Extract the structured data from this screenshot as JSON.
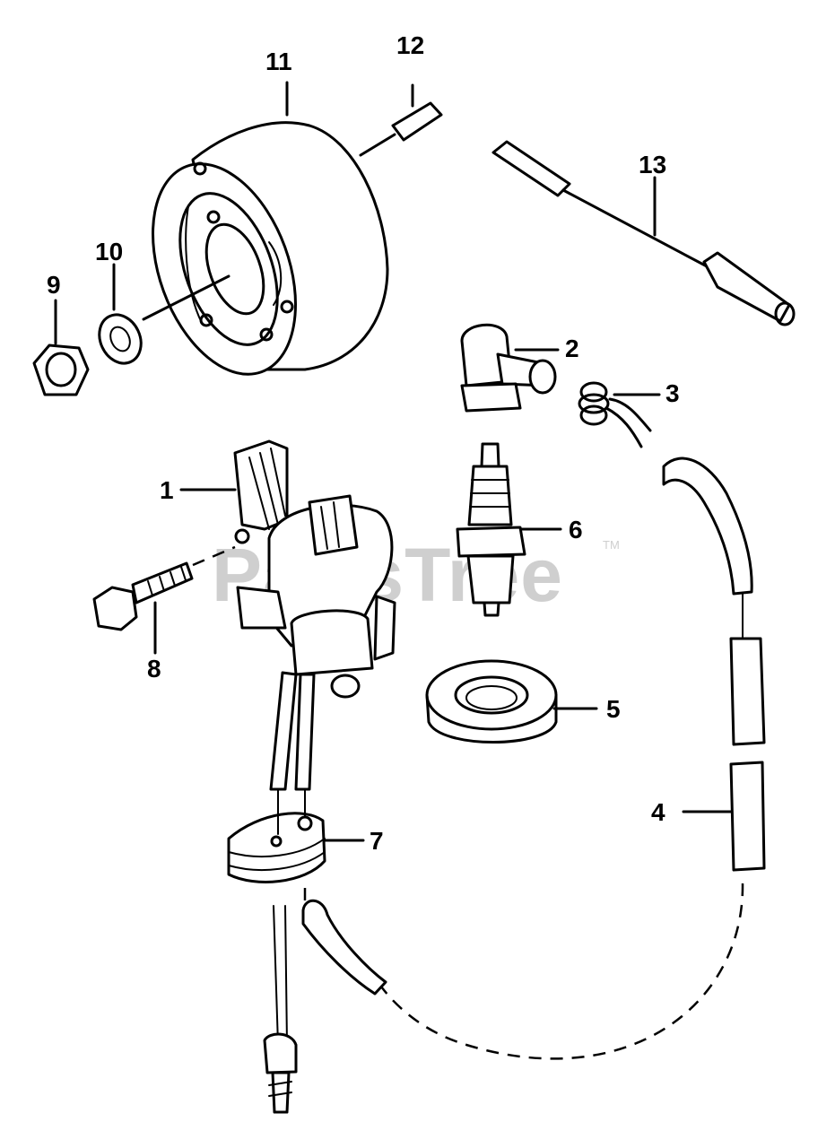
{
  "watermark": {
    "text": "PartsTree",
    "trademark": "TM"
  },
  "parts": [
    {
      "id": "1",
      "label": "1",
      "name": "ignition-coil"
    },
    {
      "id": "2",
      "label": "2",
      "name": "spark-plug-boot"
    },
    {
      "id": "3",
      "label": "3",
      "name": "spring-clip"
    },
    {
      "id": "4",
      "label": "4",
      "name": "hose"
    },
    {
      "id": "5",
      "label": "5",
      "name": "grommet"
    },
    {
      "id": "6",
      "label": "6",
      "name": "spark-plug"
    },
    {
      "id": "7",
      "label": "7",
      "name": "stop-switch"
    },
    {
      "id": "8",
      "label": "8",
      "name": "bolt"
    },
    {
      "id": "9",
      "label": "9",
      "name": "nut"
    },
    {
      "id": "10",
      "label": "10",
      "name": "lock-washer"
    },
    {
      "id": "11",
      "label": "11",
      "name": "flywheel"
    },
    {
      "id": "12",
      "label": "12",
      "name": "key"
    },
    {
      "id": "13",
      "label": "13",
      "name": "wire-lead"
    }
  ]
}
